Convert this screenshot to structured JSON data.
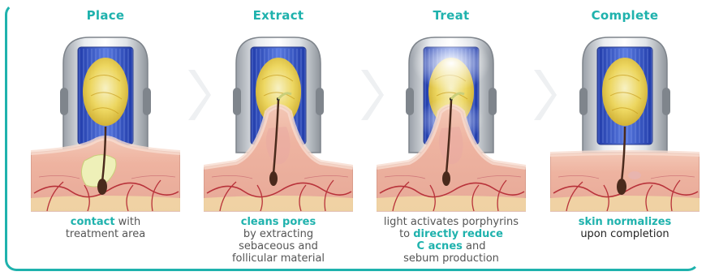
{
  "stages": [
    {
      "title": "Place",
      "caption": [
        {
          "hl": "contact",
          "text": " with"
        },
        {
          "text": "treatment area"
        }
      ],
      "state": "place"
    },
    {
      "title": "Extract",
      "caption": [
        {
          "hl": "cleans pores"
        },
        {
          "text": "by extracting"
        },
        {
          "text": "sebaceous and"
        },
        {
          "text": "follicular material"
        }
      ],
      "state": "extract"
    },
    {
      "title": "Treat",
      "caption": [
        {
          "text": "light activates porphyrins"
        },
        {
          "text": "to ",
          "hl": "directly reduce"
        },
        {
          "hl": "C acnes",
          "text": " and"
        },
        {
          "text": "sebum production"
        }
      ],
      "state": "treat"
    },
    {
      "title": "Complete",
      "caption": [
        {
          "hl": "skin normalizes"
        },
        {
          "text": "upon completion",
          "dark": true
        }
      ],
      "state": "complete"
    }
  ],
  "colors": {
    "accent": "#1fb2ad",
    "caption": "#555555",
    "skin": "#f0b8a4",
    "light": "#f5dc5a",
    "window": "#3a57c9"
  }
}
